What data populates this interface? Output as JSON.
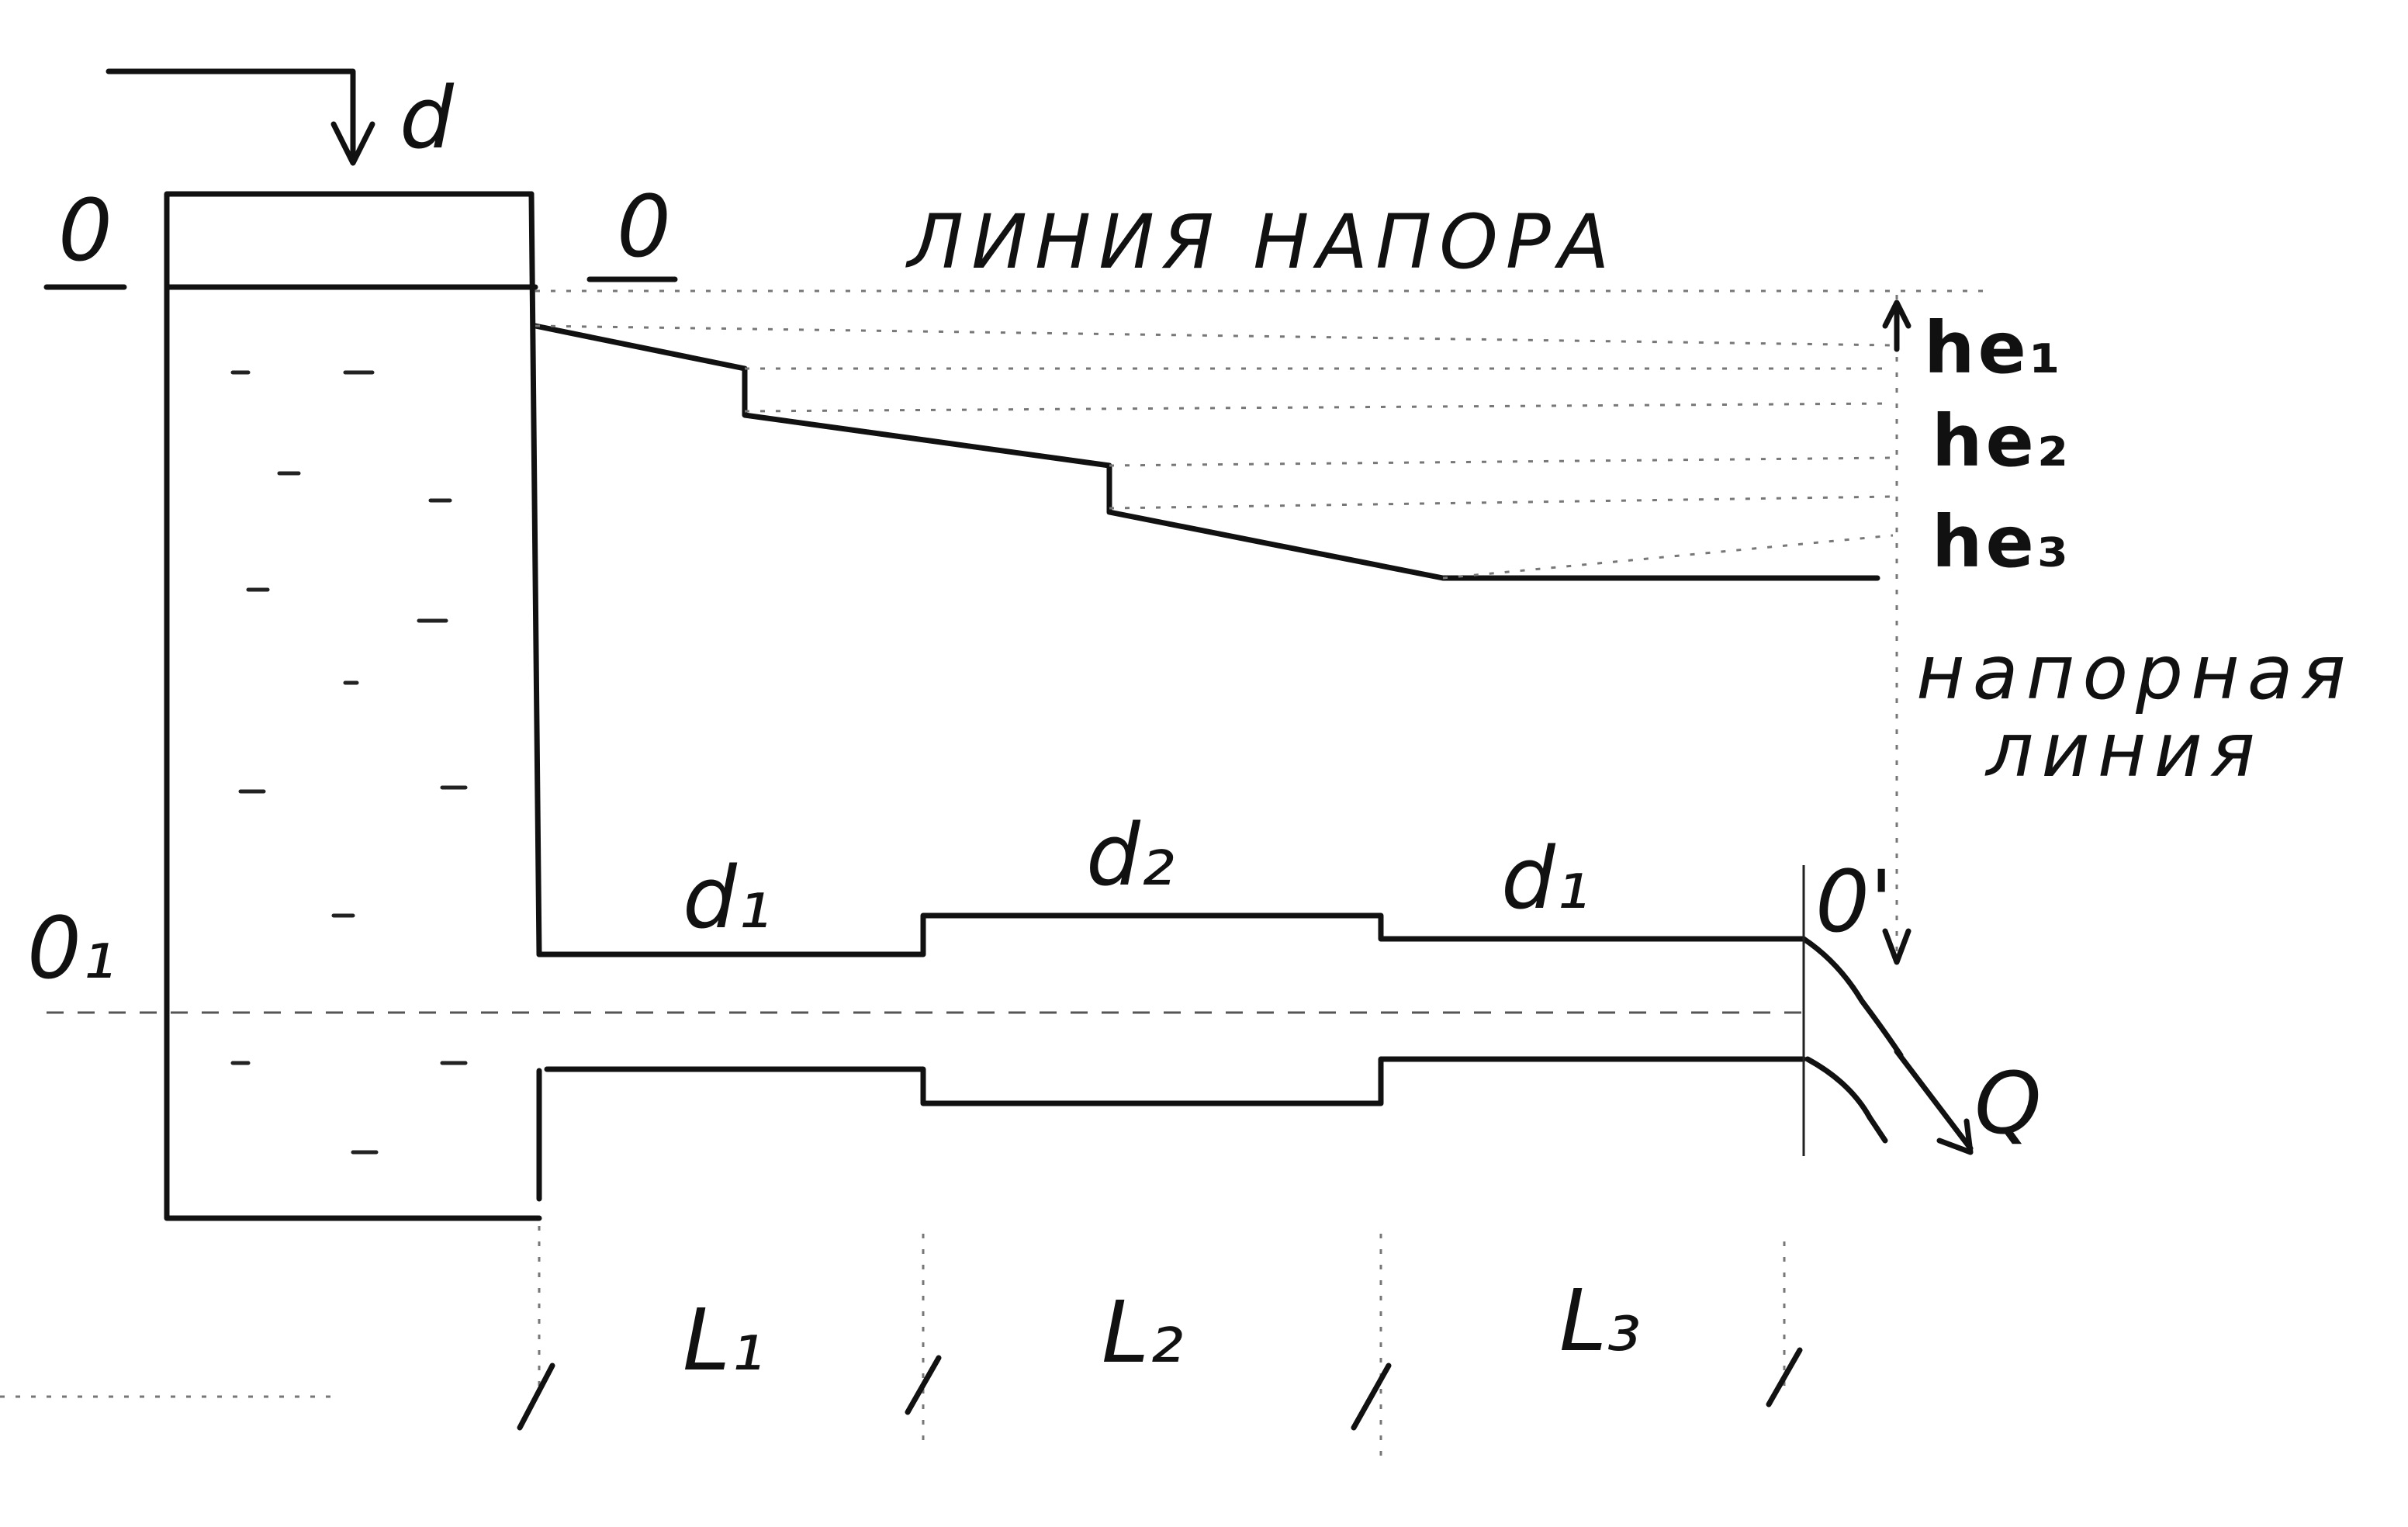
{
  "labels": {
    "top_width": "d",
    "datum_left": "0",
    "datum_right": "0",
    "datum_axis": "0₁",
    "outlet_datum": "0'",
    "pipe_d1_a": "d₁",
    "pipe_d2": "d₂",
    "pipe_d1_b": "d₁",
    "length_1": "L₁",
    "length_2": "L₂",
    "length_3": "L₃",
    "loss_1": "he₁",
    "loss_2": "he₂",
    "loss_3": "he₃",
    "flow": "Q",
    "head_line_title": "ЛИНИЯ НАПОРА",
    "pressure_line_1": "напорная",
    "pressure_line_2": "линия"
  }
}
